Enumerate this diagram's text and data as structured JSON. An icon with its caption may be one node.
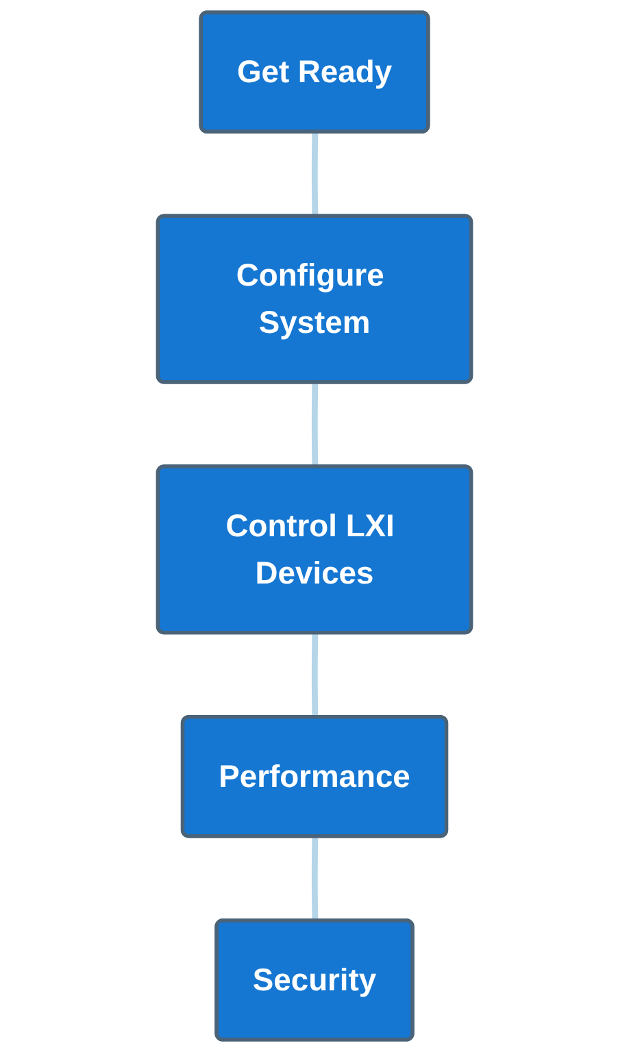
{
  "diagram": {
    "nodes": [
      {
        "text": [
          "Get Ready"
        ]
      },
      {
        "text": [
          "Configure System"
        ]
      },
      {
        "text": [
          "Control LXI Devices"
        ]
      },
      {
        "text": [
          "Performance"
        ]
      },
      {
        "text": [
          "Security"
        ]
      }
    ],
    "edges": [
      {
        "from": 0,
        "to": 1,
        "arrow": "none"
      },
      {
        "from": 1,
        "to": 2,
        "arrow": "none"
      },
      {
        "from": 2,
        "to": 3,
        "arrow": "none"
      },
      {
        "from": 3,
        "to": 4,
        "arrow": "none"
      }
    ]
  }
}
